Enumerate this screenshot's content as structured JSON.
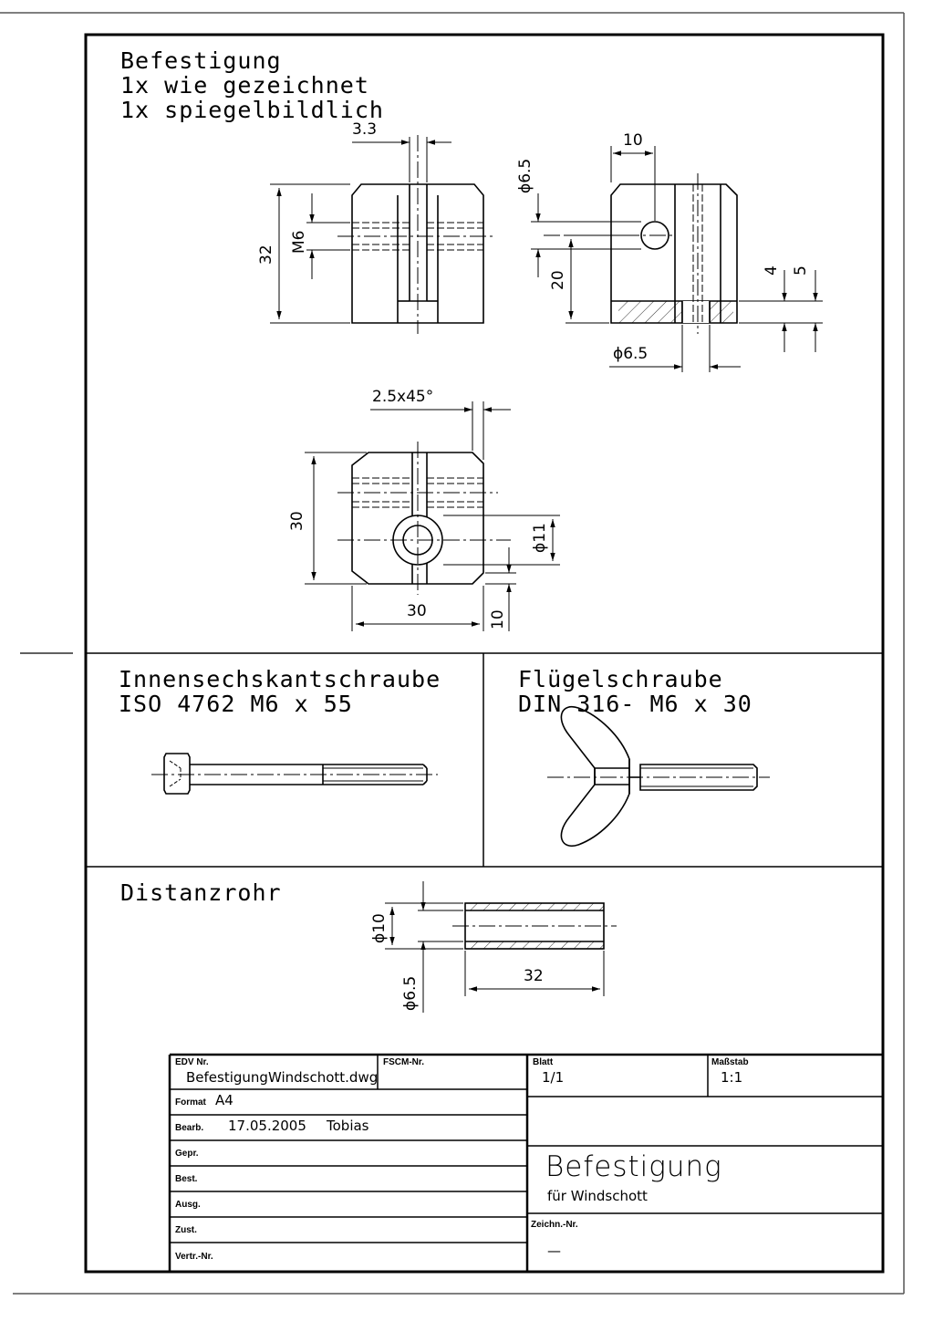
{
  "sections": {
    "befestigung": {
      "title": "Befestigung",
      "line2": "1x wie gezeichnet",
      "line3": "1x spiegelbildlich"
    },
    "screw1": {
      "line1": "Innensechskantschraube",
      "line2": "ISO 4762 M6 x 55"
    },
    "screw2": {
      "line1": "Flügelschraube",
      "line2": "DIN 316- M6 x 30"
    },
    "distanzrohr": {
      "title": "Distanzrohr"
    }
  },
  "dimensions": {
    "d33": "3.3",
    "d32a": "32",
    "dM6": "M6",
    "d10a": "10",
    "d65a": "ϕ6.5",
    "d20": "20",
    "d4": "4",
    "d5": "5",
    "d65b": "ϕ6.5",
    "chamfer": "2.5x45°",
    "d30v": "30",
    "d11": "ϕ11",
    "d30h": "30",
    "d10b": "10",
    "d10c": "ϕ10",
    "d65c": "ϕ6.5",
    "d32b": "32"
  },
  "titleblock": {
    "edv_label": "EDV Nr.",
    "edv_value": "BefestigungWindschott.dwg",
    "fscm_label": "FSCM-Nr.",
    "blatt_label": "Blatt",
    "blatt_value": "1/1",
    "massstab_label": "Maßstab",
    "massstab_value": "1:1",
    "format_label": "Format",
    "format_value": "A4",
    "bearb_label": "Bearb.",
    "bearb_date": "17.05.2005",
    "bearb_name": "Tobias",
    "gepr_label": "Gepr.",
    "best_label": "Best.",
    "ausg_label": "Ausg.",
    "zust_label": "Zust.",
    "vertr_label": "Vertr.-Nr.",
    "title": "Befestigung",
    "subtitle": "für Windschott",
    "zeichn_label": "Zeichn.-Nr.",
    "zeichn_value": "—"
  }
}
